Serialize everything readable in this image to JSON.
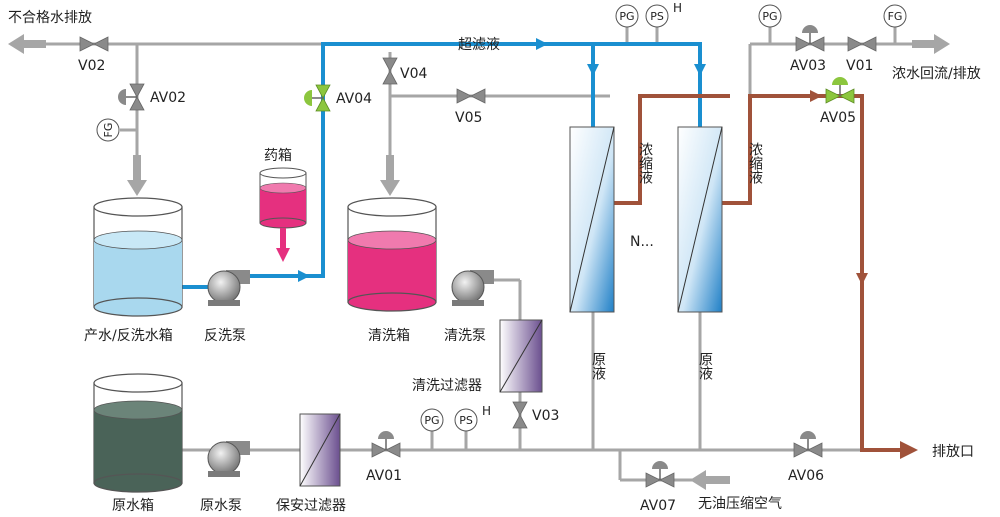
{
  "labels": {
    "reject_discharge": "不合格水排放",
    "ultrafiltrate": "超滤液",
    "medicine_box": "药箱",
    "product_tank": "产水/反洗水箱",
    "backwash_pump": "反洗泵",
    "cleaning_tank": "清洗箱",
    "cleaning_pump": "清洗泵",
    "cleaning_filter": "清洗过滤器",
    "raw_tank": "原水箱",
    "raw_pump": "原水泵",
    "security_filter": "保安过滤器",
    "concentrate_1": "浓缩液",
    "concentrate_2": "浓缩液",
    "concentrate_return": "浓水回流/排放",
    "feed_1": "原液",
    "feed_2": "原液",
    "module_more": "N...",
    "oil_free_air": "无油压缩空气",
    "drain_outlet": "排放口",
    "high_mark_top": "H",
    "high_mark_bottom": "H"
  },
  "valves": {
    "v02": "V02",
    "av02": "AV02",
    "av04": "AV04",
    "v04": "V04",
    "v05": "V05",
    "av03": "AV03",
    "v01": "V01",
    "av05": "AV05",
    "v03": "V03",
    "av01": "AV01",
    "av06": "AV06",
    "av07": "AV07"
  },
  "gauges": {
    "fg_left": "FG",
    "pg_top": "PG",
    "ps_top": "PS",
    "pg_right": "PG",
    "fg_right": "FG",
    "pg_bottom": "PG",
    "ps_bottom": "PS"
  },
  "colors": {
    "pipe_gray": "#a6a6a6",
    "pipe_blue": "#1a8fd0",
    "pipe_brown": "#a0523a",
    "valve_gray": "#8a8a8a",
    "valve_green": "#8cc63e",
    "clean_water": "#a9d8ee",
    "cleaning_fluid": "#e5307f",
    "raw_water": "#4a6358",
    "membrane": "#1f7fc6"
  }
}
